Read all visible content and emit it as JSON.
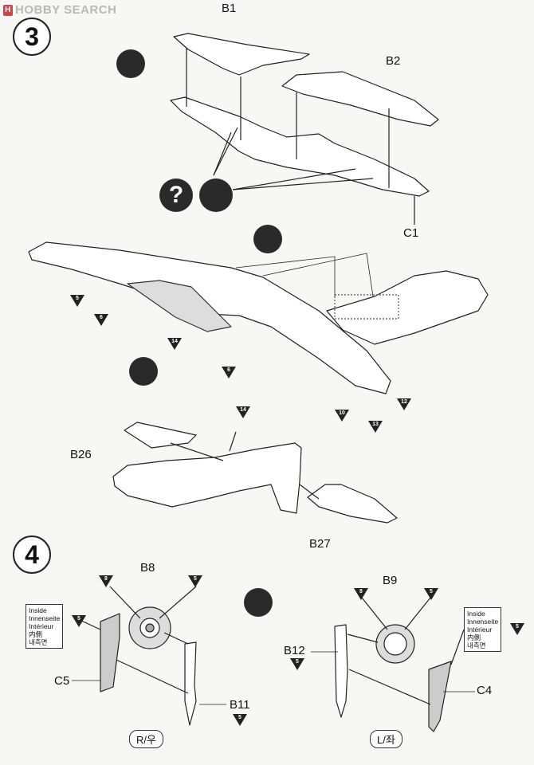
{
  "watermark": {
    "text": "HOBBY SEARCH"
  },
  "steps": [
    {
      "number": "3"
    },
    {
      "number": "4"
    }
  ],
  "parts": {
    "b1": "B1",
    "b2": "B2",
    "c1": "C1",
    "b26": "B26",
    "b27": "B27",
    "b8": "B8",
    "b9": "B9",
    "b11": "B11",
    "b12": "B12",
    "c5": "C5",
    "c4": "C4"
  },
  "color_callouts": {
    "c_5a": "5",
    "c_6a": "6",
    "c_14": "14",
    "c_6b": "6",
    "c_10": "10",
    "c_13": "13",
    "c_12": "12",
    "c_14b": "14",
    "c_8a": "8",
    "c_5b": "5",
    "c_5c": "5",
    "c_5d": "5",
    "c_8b": "8",
    "c_5e": "5",
    "c_5f": "5",
    "c_5g": "5",
    "c_5h": "5"
  },
  "icons": {
    "question": "?"
  },
  "notes": {
    "inside_left": [
      "Inside",
      "Innenseite",
      "Intérieur",
      "内側",
      "내측면"
    ],
    "inside_right": [
      "Inside",
      "Innenseite",
      "Intérieur",
      "内側",
      "내측면"
    ]
  },
  "sides": {
    "right": "R/우",
    "left": "L/좌"
  }
}
